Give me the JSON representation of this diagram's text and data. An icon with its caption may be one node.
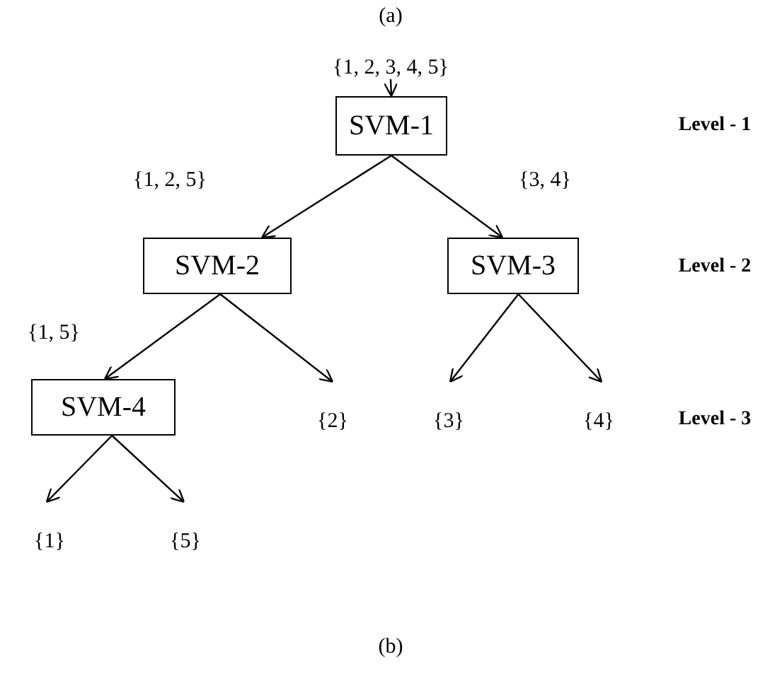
{
  "diagram": {
    "nodes": [
      {
        "text": [
          "{1, 2, 3, 4, 5}"
        ]
      },
      {
        "text": [
          "SVM-1"
        ]
      },
      {
        "text": [
          "SVM-2"
        ]
      },
      {
        "text": [
          "SVM-3"
        ]
      },
      {
        "text": [
          "SVM-4"
        ]
      },
      {
        "text": [
          "{2}"
        ]
      },
      {
        "text": [
          "{3}"
        ]
      },
      {
        "text": [
          "{4}"
        ]
      },
      {
        "text": [
          "{1}"
        ]
      },
      {
        "text": [
          "{5}"
        ]
      }
    ],
    "edges": [
      {
        "from": 0,
        "to": 1,
        "arrow": "to"
      },
      {
        "from": 1,
        "to": 2,
        "arrow": "to",
        "label": "{1, 2, 5}"
      },
      {
        "from": 1,
        "to": 3,
        "arrow": "to",
        "label": "{3, 4}"
      },
      {
        "from": 2,
        "to": 4,
        "arrow": "to",
        "label": "{1, 5}"
      },
      {
        "from": 2,
        "to": 5,
        "arrow": "to"
      },
      {
        "from": 3,
        "to": 6,
        "arrow": "to"
      },
      {
        "from": 3,
        "to": 7,
        "arrow": "to"
      },
      {
        "from": 4,
        "to": 8,
        "arrow": "to"
      },
      {
        "from": 4,
        "to": 9,
        "arrow": "to"
      }
    ],
    "labels": [
      "(a)",
      "Level - 1",
      "Level - 2",
      "Level - 3",
      "(b)"
    ]
  }
}
